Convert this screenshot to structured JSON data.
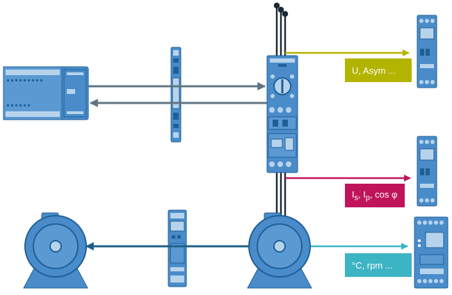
{
  "colors": {
    "device_fill": "#4a8cc9",
    "device_light": "#b7d3ec",
    "device_dark": "#1f5f98",
    "arrow_grey": "#5f7483",
    "arrow_dark": "#1f5f86",
    "voltage": "#b2b400",
    "current": "#c0145a",
    "temperature": "#3cb4c4"
  },
  "labels": {
    "voltage": "U, Asym ...",
    "current": "I<sub>s</sub>, I<sub>p</sub>, cos φ",
    "current_plain": "Is, Ip, cos φ",
    "temperature": "°C, rpm ..."
  }
}
